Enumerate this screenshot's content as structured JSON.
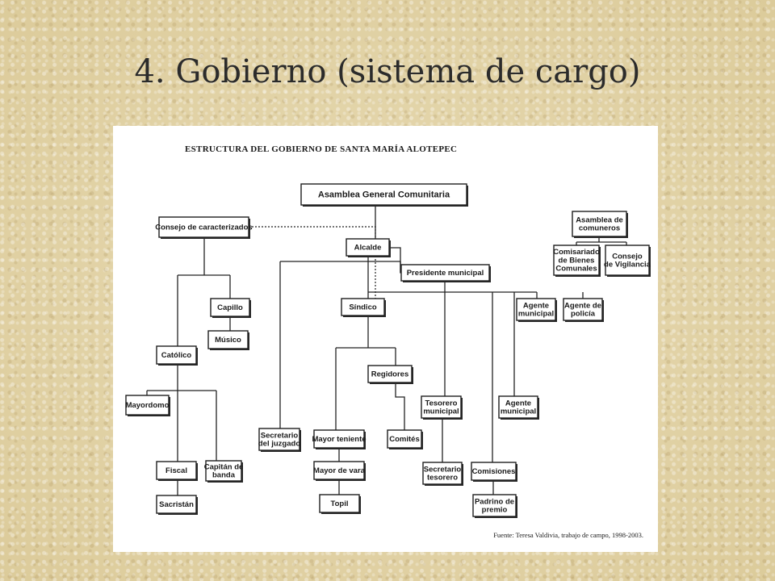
{
  "slide": {
    "title": "4. Gobierno (sistema de cargo)"
  },
  "diagram": {
    "heading": "Estructura del gobierno de Santa María Alotepec",
    "source": "Fuente: Teresa Valdivia, trabajo de campo, 1998-2003.",
    "nodes": {
      "asamblea_general": [
        "Asamblea General Comunitaria"
      ],
      "consejo_caracterizados": [
        "Consejo de caracterizados"
      ],
      "alcalde": [
        "Alcalde"
      ],
      "presidente": [
        "Presidente municipal"
      ],
      "asamblea_comuneros": [
        "Asamblea de",
        "comuneros"
      ],
      "comisariado": [
        "Comisariado",
        "de Bienes",
        "Comunales"
      ],
      "consejo_vigilancia": [
        "Consejo",
        "de Vigilancia"
      ],
      "capillo": [
        "Capillo"
      ],
      "musico": [
        "Músico"
      ],
      "catolico": [
        "Católico"
      ],
      "mayordomo": [
        "Mayordomo"
      ],
      "fiscal": [
        "Fiscal"
      ],
      "capitan_banda": [
        "Capitán de",
        "banda"
      ],
      "sacristan": [
        "Sacristán"
      ],
      "sindico": [
        "Síndico"
      ],
      "agente_municipal_1": [
        "Agente",
        "municipal"
      ],
      "agente_policia": [
        "Agente de",
        "policía"
      ],
      "regidores": [
        "Regidores"
      ],
      "tesorero": [
        "Tesorero",
        "municipal"
      ],
      "agente_municipal_2": [
        "Agente",
        "municipal"
      ],
      "secretario_juzgado": [
        "Secretario",
        "del juzgado"
      ],
      "mayor_teniente": [
        "Mayor teniente"
      ],
      "comites": [
        "Comités"
      ],
      "mayor_vara": [
        "Mayor de vara"
      ],
      "topil": [
        "Topil"
      ],
      "secretario_tesorero": [
        "Secretario",
        "tesorero"
      ],
      "comisiones": [
        "Comisiones"
      ],
      "padrino_premio": [
        "Padrino de",
        "premio"
      ]
    }
  }
}
